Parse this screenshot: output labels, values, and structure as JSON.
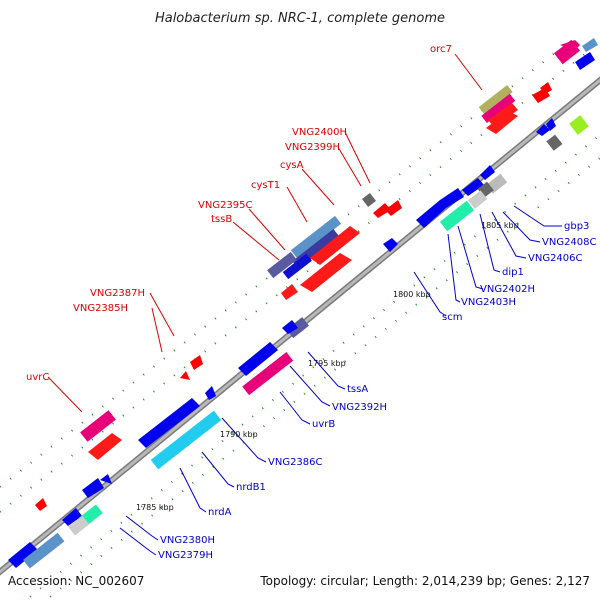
{
  "title": "Halobacterium sp. NRC-1, complete genome",
  "accession": "Accession: NC_002607",
  "topology": "Topology: circular; Length: 2,014,239 bp; Genes: 2,127",
  "colors": {
    "forward_label": "#dd0000",
    "reverse_label": "#0000cc",
    "backbone": "#999999",
    "tick": "#2a8a2a"
  },
  "kbp_labels": [
    "1785 kbp",
    "1790 kbp",
    "1795 kbp",
    "1800 kbp",
    "1805 kbp"
  ],
  "forward_labels": [
    "orc7",
    "VNG2400H",
    "VNG2399H",
    "cysA",
    "cysT1",
    "VNG2395C",
    "tssB",
    "VNG2387H",
    "VNG2385H",
    "uvrC"
  ],
  "reverse_labels": [
    "gbp3",
    "VNG2408C",
    "VNG2406C",
    "dip1",
    "VNG2402H",
    "VNG2403H",
    "scm",
    "tssA",
    "VNG2392H",
    "uvrB",
    "VNG2386C",
    "nrdB1",
    "nrdA",
    "VNG2380H",
    "VNG2379H"
  ]
}
